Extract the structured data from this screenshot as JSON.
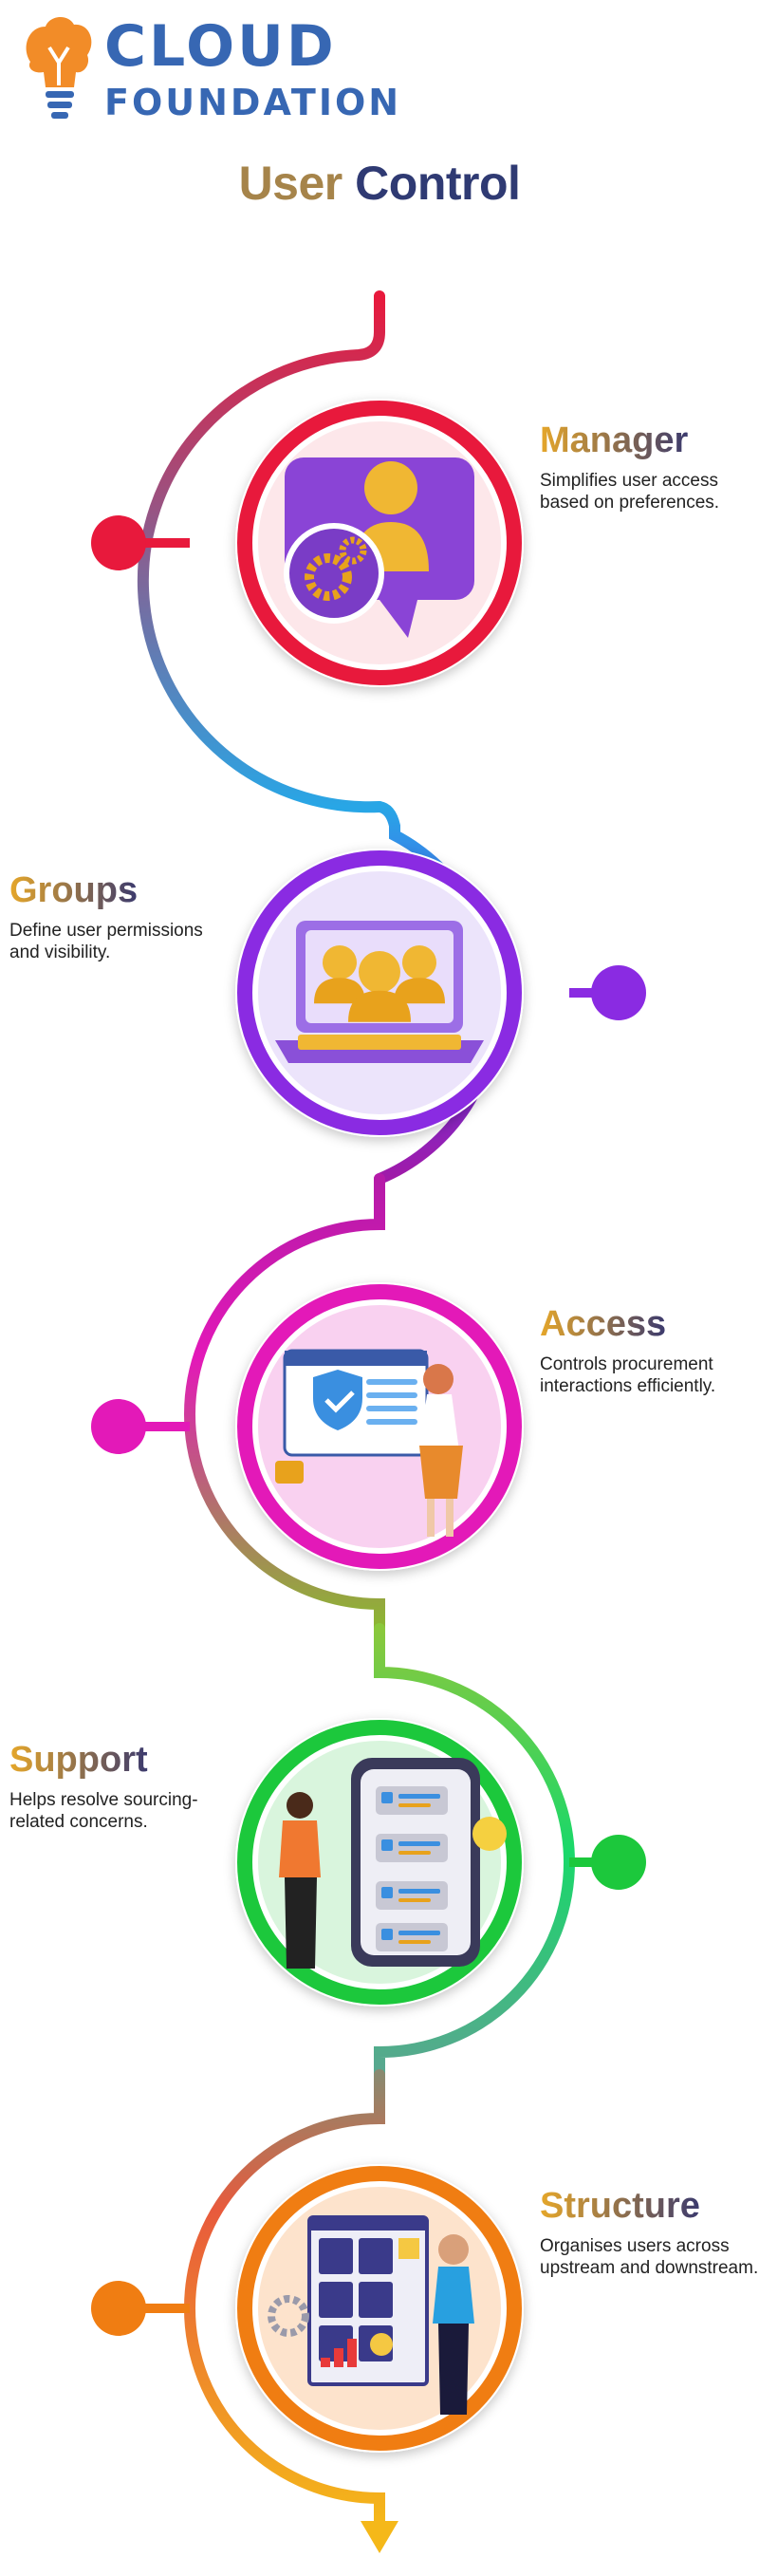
{
  "logo": {
    "line1": "CLOUD",
    "line2": "FOUNDATION",
    "icon": "lightbulb-cloud-icon",
    "colors": {
      "text": "#3767b3",
      "bulb": "#f28c28"
    }
  },
  "title": {
    "word1": "User",
    "word2": "Control",
    "colors": {
      "word1": "#a6844a",
      "word2": "#2f3a73"
    }
  },
  "steps": [
    {
      "heading": "Manager",
      "description": "Simplifies user access based on preferences.",
      "side": "right",
      "icon": "user-gear-icon",
      "color": "#e8193c",
      "fill": "#fde7ea",
      "heading_colors": [
        "#e6a72a",
        "#3b3a6e"
      ]
    },
    {
      "heading": "Groups",
      "description": "Define user permissions and visibility.",
      "side": "left",
      "icon": "user-group-laptop-icon",
      "color": "#8a2be2",
      "fill": "#ece4fb",
      "heading_colors": [
        "#e6a72a",
        "#3b3a6e"
      ]
    },
    {
      "heading": "Access",
      "description": "Controls procurement interactions efficiently.",
      "side": "right",
      "icon": "security-access-icon",
      "color": "#e319b8",
      "fill": "#f9d1f0",
      "heading_colors": [
        "#e6a72a",
        "#3b3a6e"
      ]
    },
    {
      "heading": "Support",
      "description": "Helps resolve sourcing-related concerns.",
      "side": "left",
      "icon": "support-chat-phone-icon",
      "color": "#1cc83c",
      "fill": "#d9f5dd",
      "heading_colors": [
        "#e6a72a",
        "#3b3a6e"
      ]
    },
    {
      "heading": "Structure",
      "description": "Organises users across upstream and downstream.",
      "side": "right",
      "icon": "structure-board-icon",
      "color": "#f07d12",
      "fill": "#fde3cc",
      "heading_colors": [
        "#e6a72a",
        "#3b3a6e"
      ]
    }
  ]
}
